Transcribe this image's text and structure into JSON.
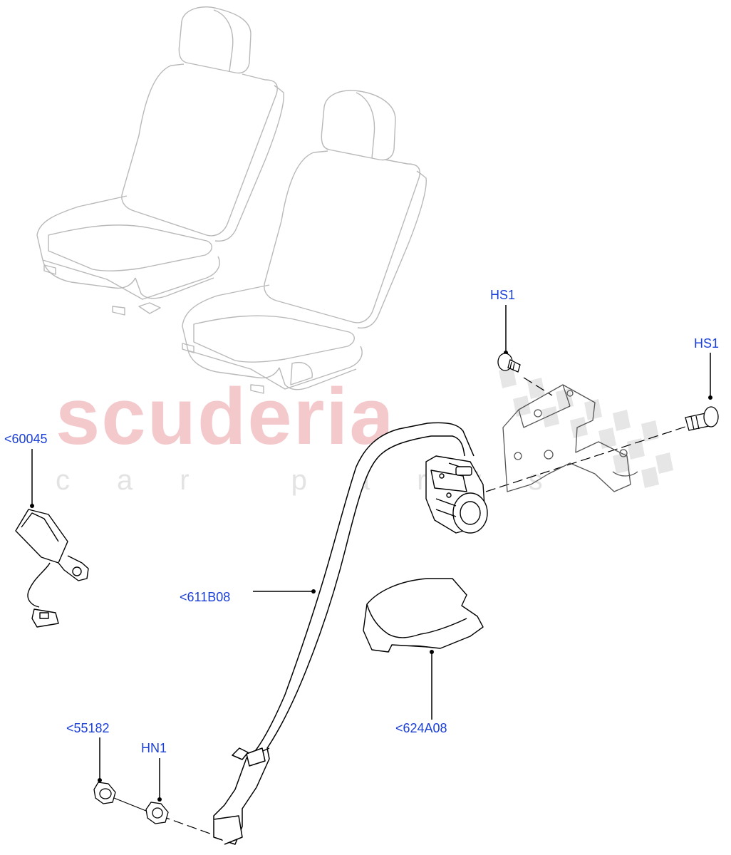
{
  "watermark": {
    "main_text": "scuderia",
    "sub_text": "car parts",
    "main_color": "#f4c9cc",
    "sub_color": "#e3e3e3"
  },
  "callout_color": "#1a3fd6",
  "callouts": {
    "hs1_top": "HS1",
    "hs1_right": "HS1",
    "buckle": "<60045",
    "belt": "<611B08",
    "cover": "<624A08",
    "nut_left": "<55182",
    "nut_right": "HN1"
  },
  "parts": [
    "front-seats",
    "seat-belt-buckle",
    "seat-belt-webbing",
    "retractor",
    "mounting-bracket",
    "bolt",
    "trim-cover",
    "nut"
  ]
}
